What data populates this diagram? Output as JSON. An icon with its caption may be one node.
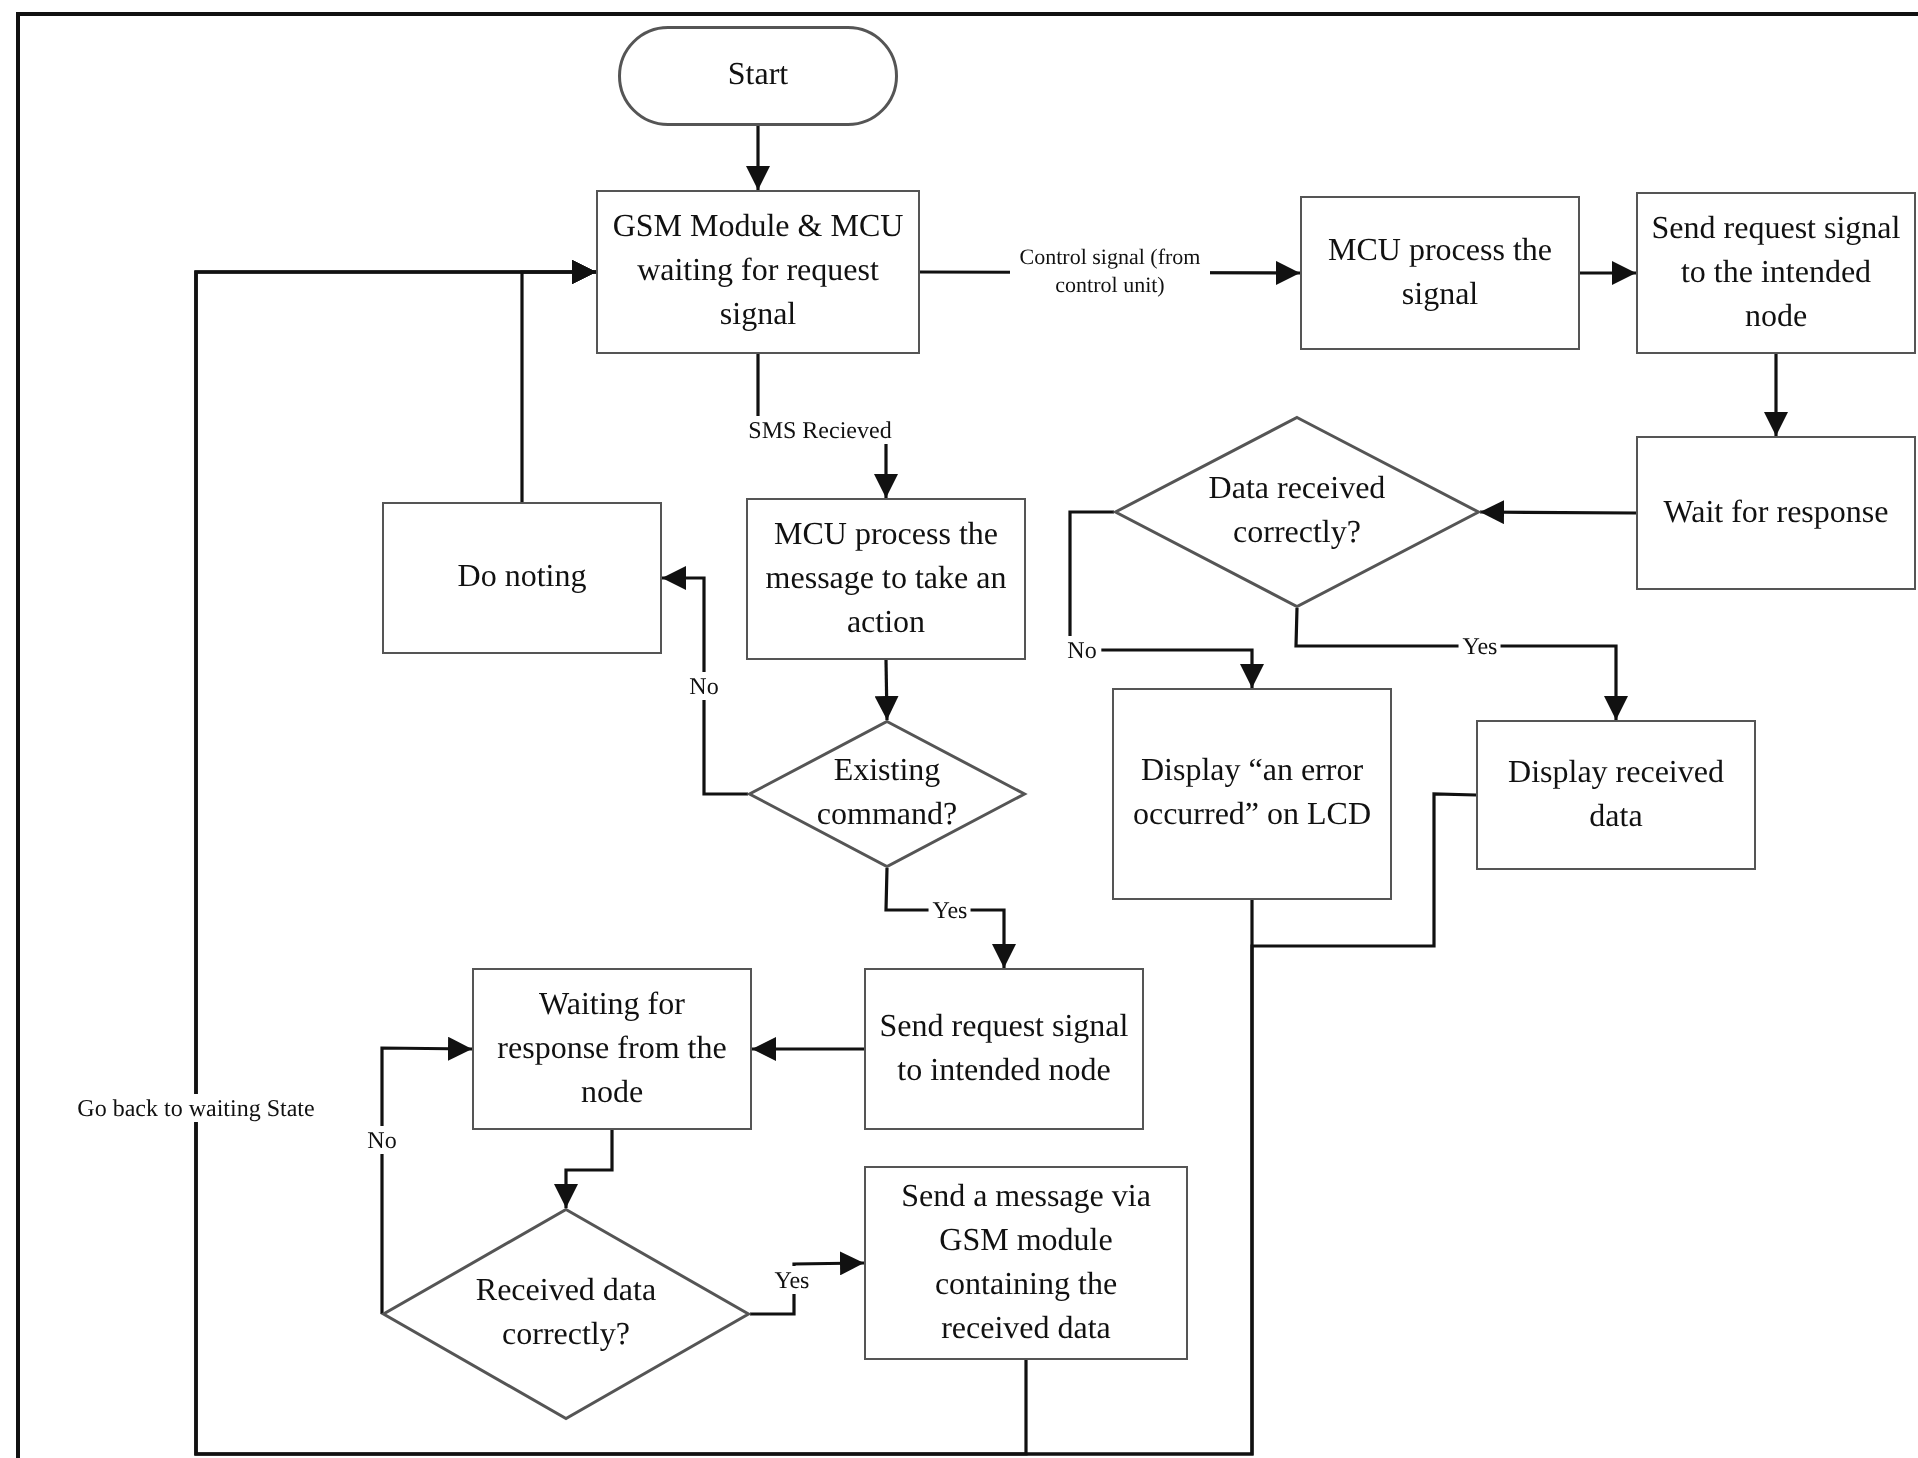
{
  "diagram": {
    "nodes": [
      {
        "text": [
          "Start"
        ]
      },
      {
        "text": [
          "GSM Module & MCU waiting for request signal"
        ]
      },
      {
        "text": [
          "MCU process the signal"
        ]
      },
      {
        "text": [
          "Send request signal to the intended node"
        ]
      },
      {
        "text": [
          "Wait for response"
        ]
      },
      {
        "text": [
          "Data received correctly?"
        ]
      },
      {
        "text": [
          "Display “an error occurred” on LCD"
        ]
      },
      {
        "text": [
          "Display received data"
        ]
      },
      {
        "text": [
          "Do noting"
        ]
      },
      {
        "text": [
          "MCU process the message to take an action"
        ]
      },
      {
        "text": [
          "Existing command?"
        ]
      },
      {
        "text": [
          "Waiting for response from the node"
        ]
      },
      {
        "text": [
          "Send request signal to intended node"
        ]
      },
      {
        "text": [
          "Received data correctly?"
        ]
      },
      {
        "text": [
          "Send a message via GSM module containing the received data"
        ]
      }
    ],
    "edges": [
      {
        "from": 0,
        "to": 1,
        "arrow": "to"
      },
      {
        "from": 1,
        "to": 2,
        "arrow": "to",
        "label": "Control signal (from control unit)"
      },
      {
        "from": 2,
        "to": 3,
        "arrow": "to"
      },
      {
        "from": 3,
        "to": 4,
        "arrow": "to"
      },
      {
        "from": 4,
        "to": 5,
        "arrow": "to"
      },
      {
        "from": 5,
        "to": 6,
        "arrow": "to",
        "label": "No"
      },
      {
        "from": 5,
        "to": 7,
        "arrow": "to",
        "label": "Yes"
      },
      {
        "from": 1,
        "to": 9,
        "arrow": "to",
        "label": "SMS Recieved"
      },
      {
        "from": 9,
        "to": 10,
        "arrow": "to"
      },
      {
        "from": 10,
        "to": 8,
        "arrow": "to",
        "label": "No"
      },
      {
        "from": 8,
        "to": 1,
        "arrow": "to"
      },
      {
        "from": 10,
        "to": 12,
        "arrow": "to",
        "label": "Yes"
      },
      {
        "from": 12,
        "to": 11,
        "arrow": "to"
      },
      {
        "from": 11,
        "to": 13,
        "arrow": "to"
      },
      {
        "from": 13,
        "to": 11,
        "arrow": "to",
        "label": "No"
      },
      {
        "from": 13,
        "to": 14,
        "arrow": "to",
        "label": "Yes"
      },
      {
        "from": 14,
        "to": 1,
        "arrow": "to",
        "label": "Go back to waiting State"
      },
      {
        "from": 6,
        "to": 1,
        "arrow": "to"
      },
      {
        "from": 7,
        "to": 1,
        "arrow": "to"
      }
    ]
  }
}
